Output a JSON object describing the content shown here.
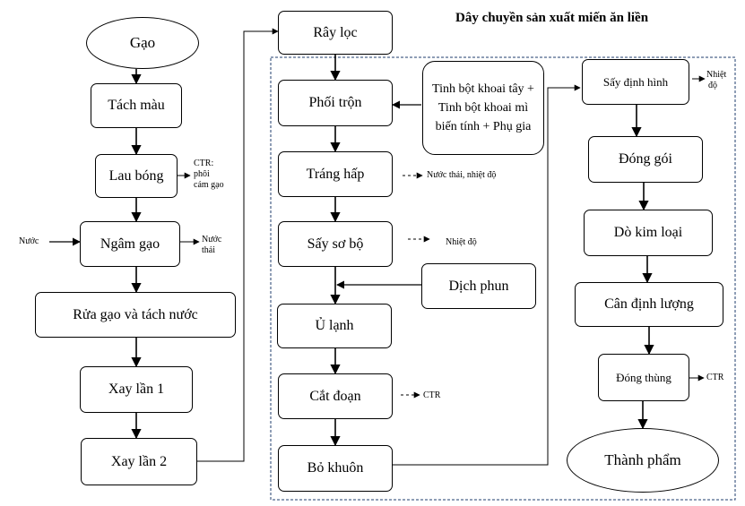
{
  "title": "Dây chuyền sản xuất miến ăn liền",
  "col1": {
    "gao": "Gạo",
    "tach_mau": "Tách màu",
    "lau_bong": "Lau bóng",
    "ngam_gao": "Ngâm gạo",
    "rua_gao": "Rửa gạo và tách nước",
    "xay1": "Xay lần 1",
    "xay2": "Xay lần 2"
  },
  "col1_notes": {
    "ctr_line1": "CTR:",
    "ctr_line2": "phôi",
    "ctr_line3": "cám gạo",
    "nuoc_in": "Nước",
    "nuoc_thai_line1": "Nước",
    "nuoc_thai_line2": "thải"
  },
  "col2": {
    "ray_loc": "Rây lọc",
    "phoi_tron": "Phối trộn",
    "trang_hap": "Tráng hấp",
    "say_so_bo": "Sấy sơ bộ",
    "u_lanh": "Ủ lạnh",
    "cat_doan": "Cắt đoạn",
    "bo_khuon": "Bỏ khuôn"
  },
  "col2_side": {
    "ingredients": "Tinh bột khoai tây + Tinh bột khoai mì biến tính + Phụ gia",
    "dich_phun": "Dịch phun",
    "note_trang_hap": "Nước thải, nhiệt độ",
    "note_say_so_bo": "Nhiệt độ",
    "note_cat_doan": "CTR"
  },
  "col3": {
    "say_dinh_hinh": "Sấy định hình",
    "dong_goi": "Đóng gói",
    "do_kim_loai": "Dò kim loại",
    "can_dinh_luong": "Cân định lượng",
    "dong_thung": "Đóng thùng",
    "thanh_pham": "Thành phẩm"
  },
  "col3_notes": {
    "nhiet_do_line1": "Nhiệt",
    "nhiet_do_line2": "độ",
    "ctr": "CTR"
  }
}
